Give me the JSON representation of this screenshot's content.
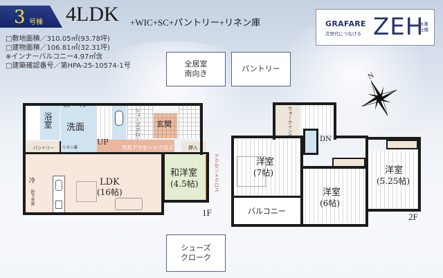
{
  "header": {
    "building_number": "3",
    "building_suffix": "号棟",
    "layout_type": "4LDK",
    "layout_extras": "+WIC+SC+パントリー+リネン庫"
  },
  "specs": [
    "□敷地面積／310.05㎡(93.78坪)",
    "□建物面積／106.81㎡(32.31坪)",
    "※インナーバルコニー4.97㎡含",
    "□建築確認番号／第HPA-25-10574-1号"
  ],
  "features": [
    {
      "label_line1": "全居室",
      "label_line2": "南向き"
    },
    {
      "label_line1": "パントリー",
      "label_line2": ""
    },
    {
      "label_line1": "シューズ",
      "label_line2": "クローク"
    }
  ],
  "logo": {
    "brand": "GRAFARE",
    "tagline": "次世代につなげる",
    "mark": "ZEH",
    "side_line1": "水準",
    "side_line2": "仕様"
  },
  "compass": {
    "north_label": "N"
  },
  "floor1": {
    "floor_label": "1F",
    "rooms": {
      "bath": "浴室",
      "washroom": "洗面",
      "ds": "DS",
      "ps": "PS",
      "pantry": "パントリー",
      "linen": "リネン庫",
      "up": "UP",
      "shoes_closet": "シューズクローク",
      "entrance": "玄関",
      "accent_ceiling": "天井アクセントクロス",
      "oshiire": "押入",
      "ldk_name": "LDK",
      "ldk_size": "(16帖)",
      "fridge": "冷",
      "lowered_ceiling": "折下天井",
      "japanese_room_name": "和洋室",
      "japanese_room_size": "(4.5帖)",
      "accent_cloth": "アクセントクロス"
    }
  },
  "floor2": {
    "floor_label": "2F",
    "rooms": {
      "wic": "ウォークインクローゼット",
      "dn": "DN",
      "room7_name": "洋室",
      "room7_size": "(7帖)",
      "room6_name": "洋室",
      "room6_size": "(6帖)",
      "room525_name": "洋室",
      "room525_size": "(5.25帖)",
      "balcony": "バルコニー"
    }
  }
}
